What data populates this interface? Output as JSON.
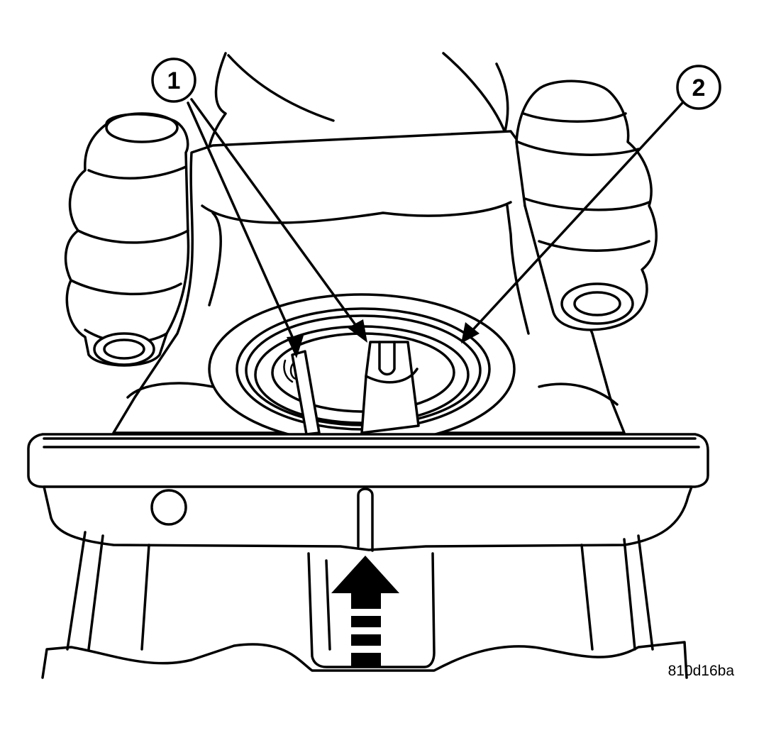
{
  "callouts": [
    {
      "label": "1"
    },
    {
      "label": "2"
    }
  ],
  "figure_id": "810d16ba",
  "colors": {
    "ink": "#000000",
    "paper": "#ffffff"
  }
}
